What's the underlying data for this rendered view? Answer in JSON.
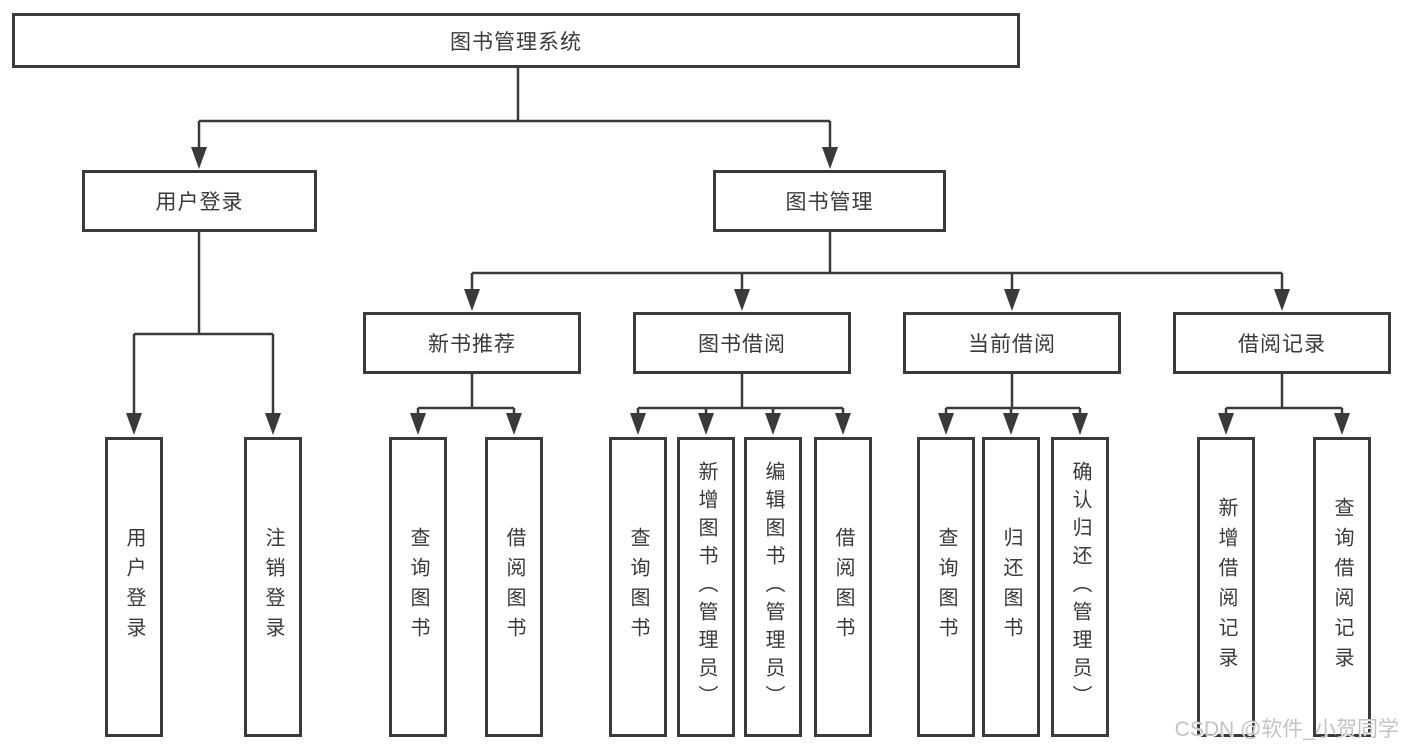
{
  "diagram_title": "图书管理系统",
  "tree": {
    "label": "图书管理系统",
    "children": [
      {
        "label": "用户登录",
        "children": [
          {
            "label": "用户登录"
          },
          {
            "label": "注销登录"
          }
        ]
      },
      {
        "label": "图书管理",
        "children": [
          {
            "label": "新书推荐",
            "children": [
              {
                "label": "查询图书"
              },
              {
                "label": "借阅图书"
              }
            ]
          },
          {
            "label": "图书借阅",
            "children": [
              {
                "label": "查询图书"
              },
              {
                "label": "新增图书（管理员）"
              },
              {
                "label": "编辑图书（管理员）"
              },
              {
                "label": "借阅图书"
              }
            ]
          },
          {
            "label": "当前借阅",
            "children": [
              {
                "label": "查询图书"
              },
              {
                "label": "归还图书"
              },
              {
                "label": "确认归还（管理员）"
              }
            ]
          },
          {
            "label": "借阅记录",
            "children": [
              {
                "label": "新增借阅记录"
              },
              {
                "label": "查询借阅记录"
              }
            ]
          }
        ]
      }
    ]
  },
  "watermark": {
    "text": "CSDN @软件_小贺同学"
  },
  "colors": {
    "line": "#3a3a3a",
    "text": "#3a3a3a",
    "box_background": "#ffffff",
    "watermark": "#c3c3c3",
    "background": "#ffffff"
  }
}
